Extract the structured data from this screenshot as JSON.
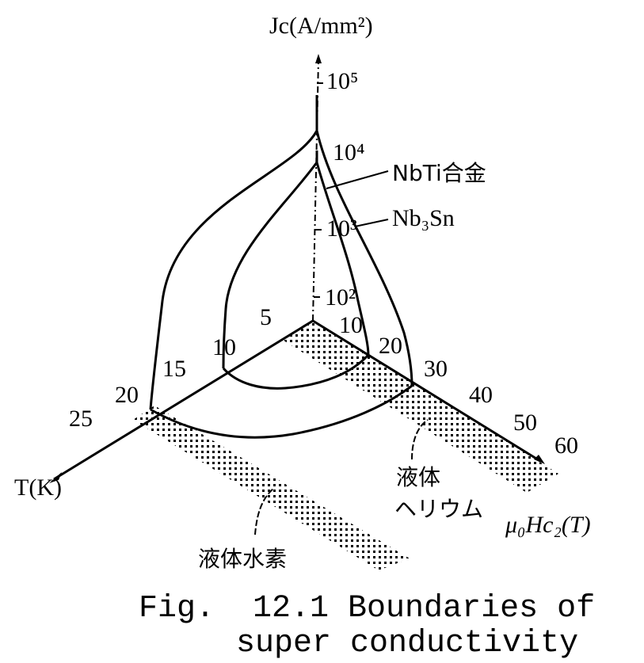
{
  "figure": {
    "j_axis_label": "Jc(A/mm²)",
    "j_ticks": [
      "10⁵",
      "10⁴",
      "10³",
      "10²"
    ],
    "t_axis_label": "T(K)",
    "t_ticks": [
      "5",
      "10",
      "15",
      "20",
      "25"
    ],
    "h_axis_label": "μ₀Hc₂(T)",
    "h_ticks": [
      "10",
      "20",
      "30",
      "40",
      "50",
      "60"
    ],
    "curve_labels": {
      "nbti": "NbTi合金",
      "nb3sn": "Nb₃Sn"
    },
    "band_labels": {
      "helium_line1": "液体",
      "helium_line2": "ヘリウム",
      "hydrogen": "液体水素"
    },
    "caption_line1": "Fig.  12.1 Boundaries of",
    "caption_line2": "super conductivity"
  }
}
